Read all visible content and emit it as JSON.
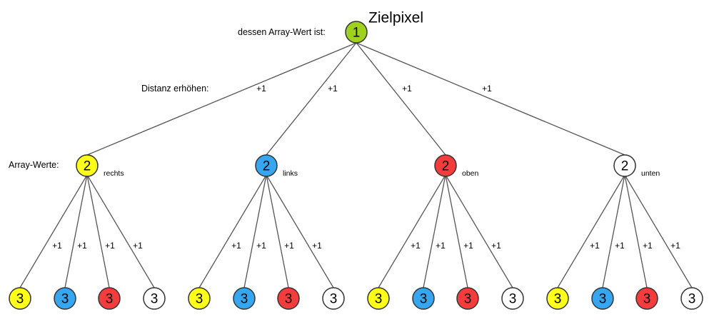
{
  "title": "Zielpixel",
  "labels": {
    "root_value": "dessen Array-Wert ist:",
    "increase_distance": "Distanz erhöhen:",
    "array_values": "Array-Werte:"
  },
  "colors": {
    "green": "#9ed21c",
    "yellow": "#ffff1a",
    "blue": "#36a6f0",
    "red": "#f53c3c",
    "white": "#ffffff"
  },
  "edge_label": "+1",
  "root": {
    "value": "1",
    "color": "green"
  },
  "children": [
    {
      "value": "2",
      "color": "yellow",
      "label": "rechts",
      "leaves": [
        {
          "value": "3",
          "color": "yellow"
        },
        {
          "value": "3",
          "color": "blue"
        },
        {
          "value": "3",
          "color": "red"
        },
        {
          "value": "3",
          "color": "white"
        }
      ]
    },
    {
      "value": "2",
      "color": "blue",
      "label": "links",
      "leaves": [
        {
          "value": "3",
          "color": "yellow"
        },
        {
          "value": "3",
          "color": "blue"
        },
        {
          "value": "3",
          "color": "red"
        },
        {
          "value": "3",
          "color": "white"
        }
      ]
    },
    {
      "value": "2",
      "color": "red",
      "label": "oben",
      "leaves": [
        {
          "value": "3",
          "color": "yellow"
        },
        {
          "value": "3",
          "color": "blue"
        },
        {
          "value": "3",
          "color": "red"
        },
        {
          "value": "3",
          "color": "white"
        }
      ]
    },
    {
      "value": "2",
      "color": "white",
      "label": "unten",
      "leaves": [
        {
          "value": "3",
          "color": "yellow"
        },
        {
          "value": "3",
          "color": "blue"
        },
        {
          "value": "3",
          "color": "red"
        },
        {
          "value": "3",
          "color": "white"
        }
      ]
    }
  ]
}
